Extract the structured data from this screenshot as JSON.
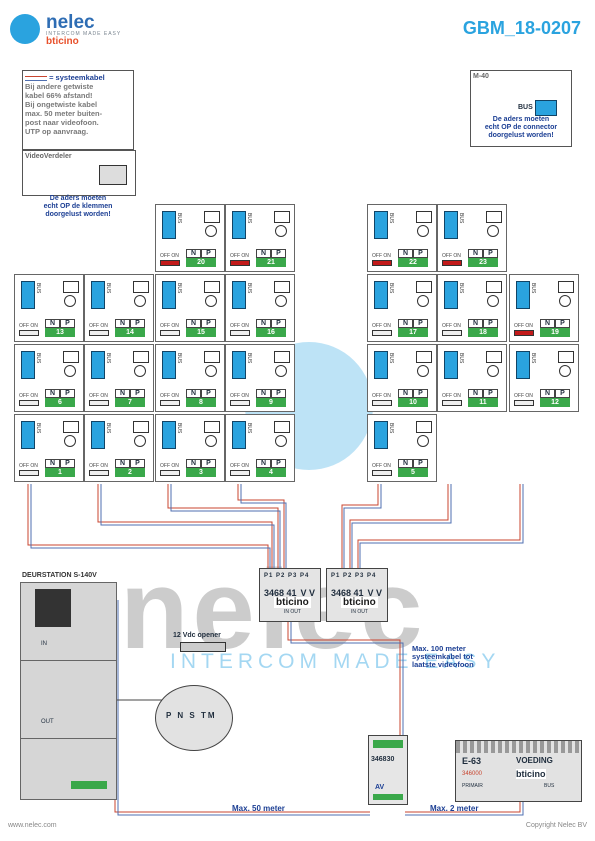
{
  "header": {
    "logo_text": "nelec",
    "logo_tagline": "INTERCOM MADE EASY",
    "logo_brand": "bticino",
    "doc_code": "GBM_18-0207"
  },
  "notes": {
    "system_cable": {
      "legend": "= systeemkabel",
      "lines": [
        "Bij andere getwiste",
        "kabel 66% afstand!",
        "Bij ongetwiste kabel",
        "max. 50 meter buiten-",
        "post naar videofoon.",
        "UTP op aanvraag."
      ]
    },
    "video_splitter": {
      "title": "VideoVerdeler",
      "lines": [
        "De aders moeten",
        "echt OP de klemmen",
        "doorgelust worden!"
      ]
    },
    "m40": {
      "title": "M-40",
      "bus_label": "BUS",
      "lines": [
        "De aders moeten",
        "echt OP de connector",
        "doorgelust worden!"
      ]
    }
  },
  "units": {
    "labels": {
      "n": "N",
      "p": "P",
      "offon": "OFF ON",
      "bus": "BUS"
    },
    "numbers": [
      "20",
      "21",
      "22",
      "23",
      "13",
      "14",
      "15",
      "16",
      "17",
      "18",
      "19",
      "6",
      "7",
      "8",
      "9",
      "10",
      "11",
      "12",
      "1",
      "2",
      "3",
      "4",
      "5"
    ]
  },
  "modules": {
    "ports": "P1 P2 P3 P4",
    "code": "3468 41",
    "vv": "V V",
    "brand": "bticino",
    "in_out": "IN OUT"
  },
  "door_station": {
    "title": "DEURSTATION S-140V",
    "opener": "12 Vdc opener",
    "in_label": "IN",
    "out_label": "OUT",
    "terminals": "P N S TM"
  },
  "distances": {
    "max100": [
      "Max. 100 meter",
      "systeemkabel tot",
      "laatste videofoon"
    ],
    "max50": "Max. 50 meter",
    "max2": "Max. 2 meter"
  },
  "av_module": {
    "code": "346830",
    "label": "AV"
  },
  "psu": {
    "model": "E-63",
    "label": "VOEDING",
    "brand": "bticino",
    "code": "346000",
    "primary": "PRIMAIR",
    "bus": "BUS"
  },
  "footer": {
    "left": "www.nelec.com",
    "right": "Copyright Nelec BV"
  },
  "colors": {
    "accent": "#2aa3df",
    "cable_red": "#c8452f",
    "cable_blue": "#4f6fb0",
    "green": "#3aa84a"
  }
}
